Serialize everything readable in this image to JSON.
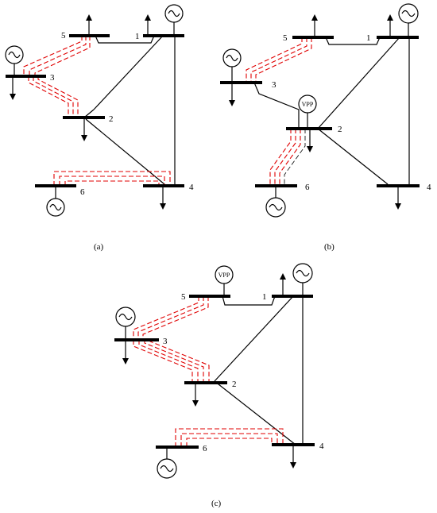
{
  "panels": [
    {
      "label": "(a)",
      "buses": {
        "b1": "1",
        "b2": "2",
        "b3": "3",
        "b4": "4",
        "b5": "5",
        "b6": "6"
      }
    },
    {
      "label": "(b)",
      "buses": {
        "b1": "1",
        "b2": "2",
        "b3": "3",
        "b4": "4",
        "b5": "5",
        "b6": "6"
      },
      "vpp": "VPP"
    },
    {
      "label": "(c)",
      "buses": {
        "b1": "1",
        "b2": "2",
        "b3": "3",
        "b4": "4",
        "b5": "5",
        "b6": "6"
      },
      "vpp": "VPP"
    }
  ],
  "colors": {
    "dashed_line": "#e00000",
    "bus": "#000000"
  },
  "icons": {
    "generator": "sine-wave-generator-icon",
    "load": "down-arrow-load-icon",
    "export": "up-arrow-icon"
  }
}
